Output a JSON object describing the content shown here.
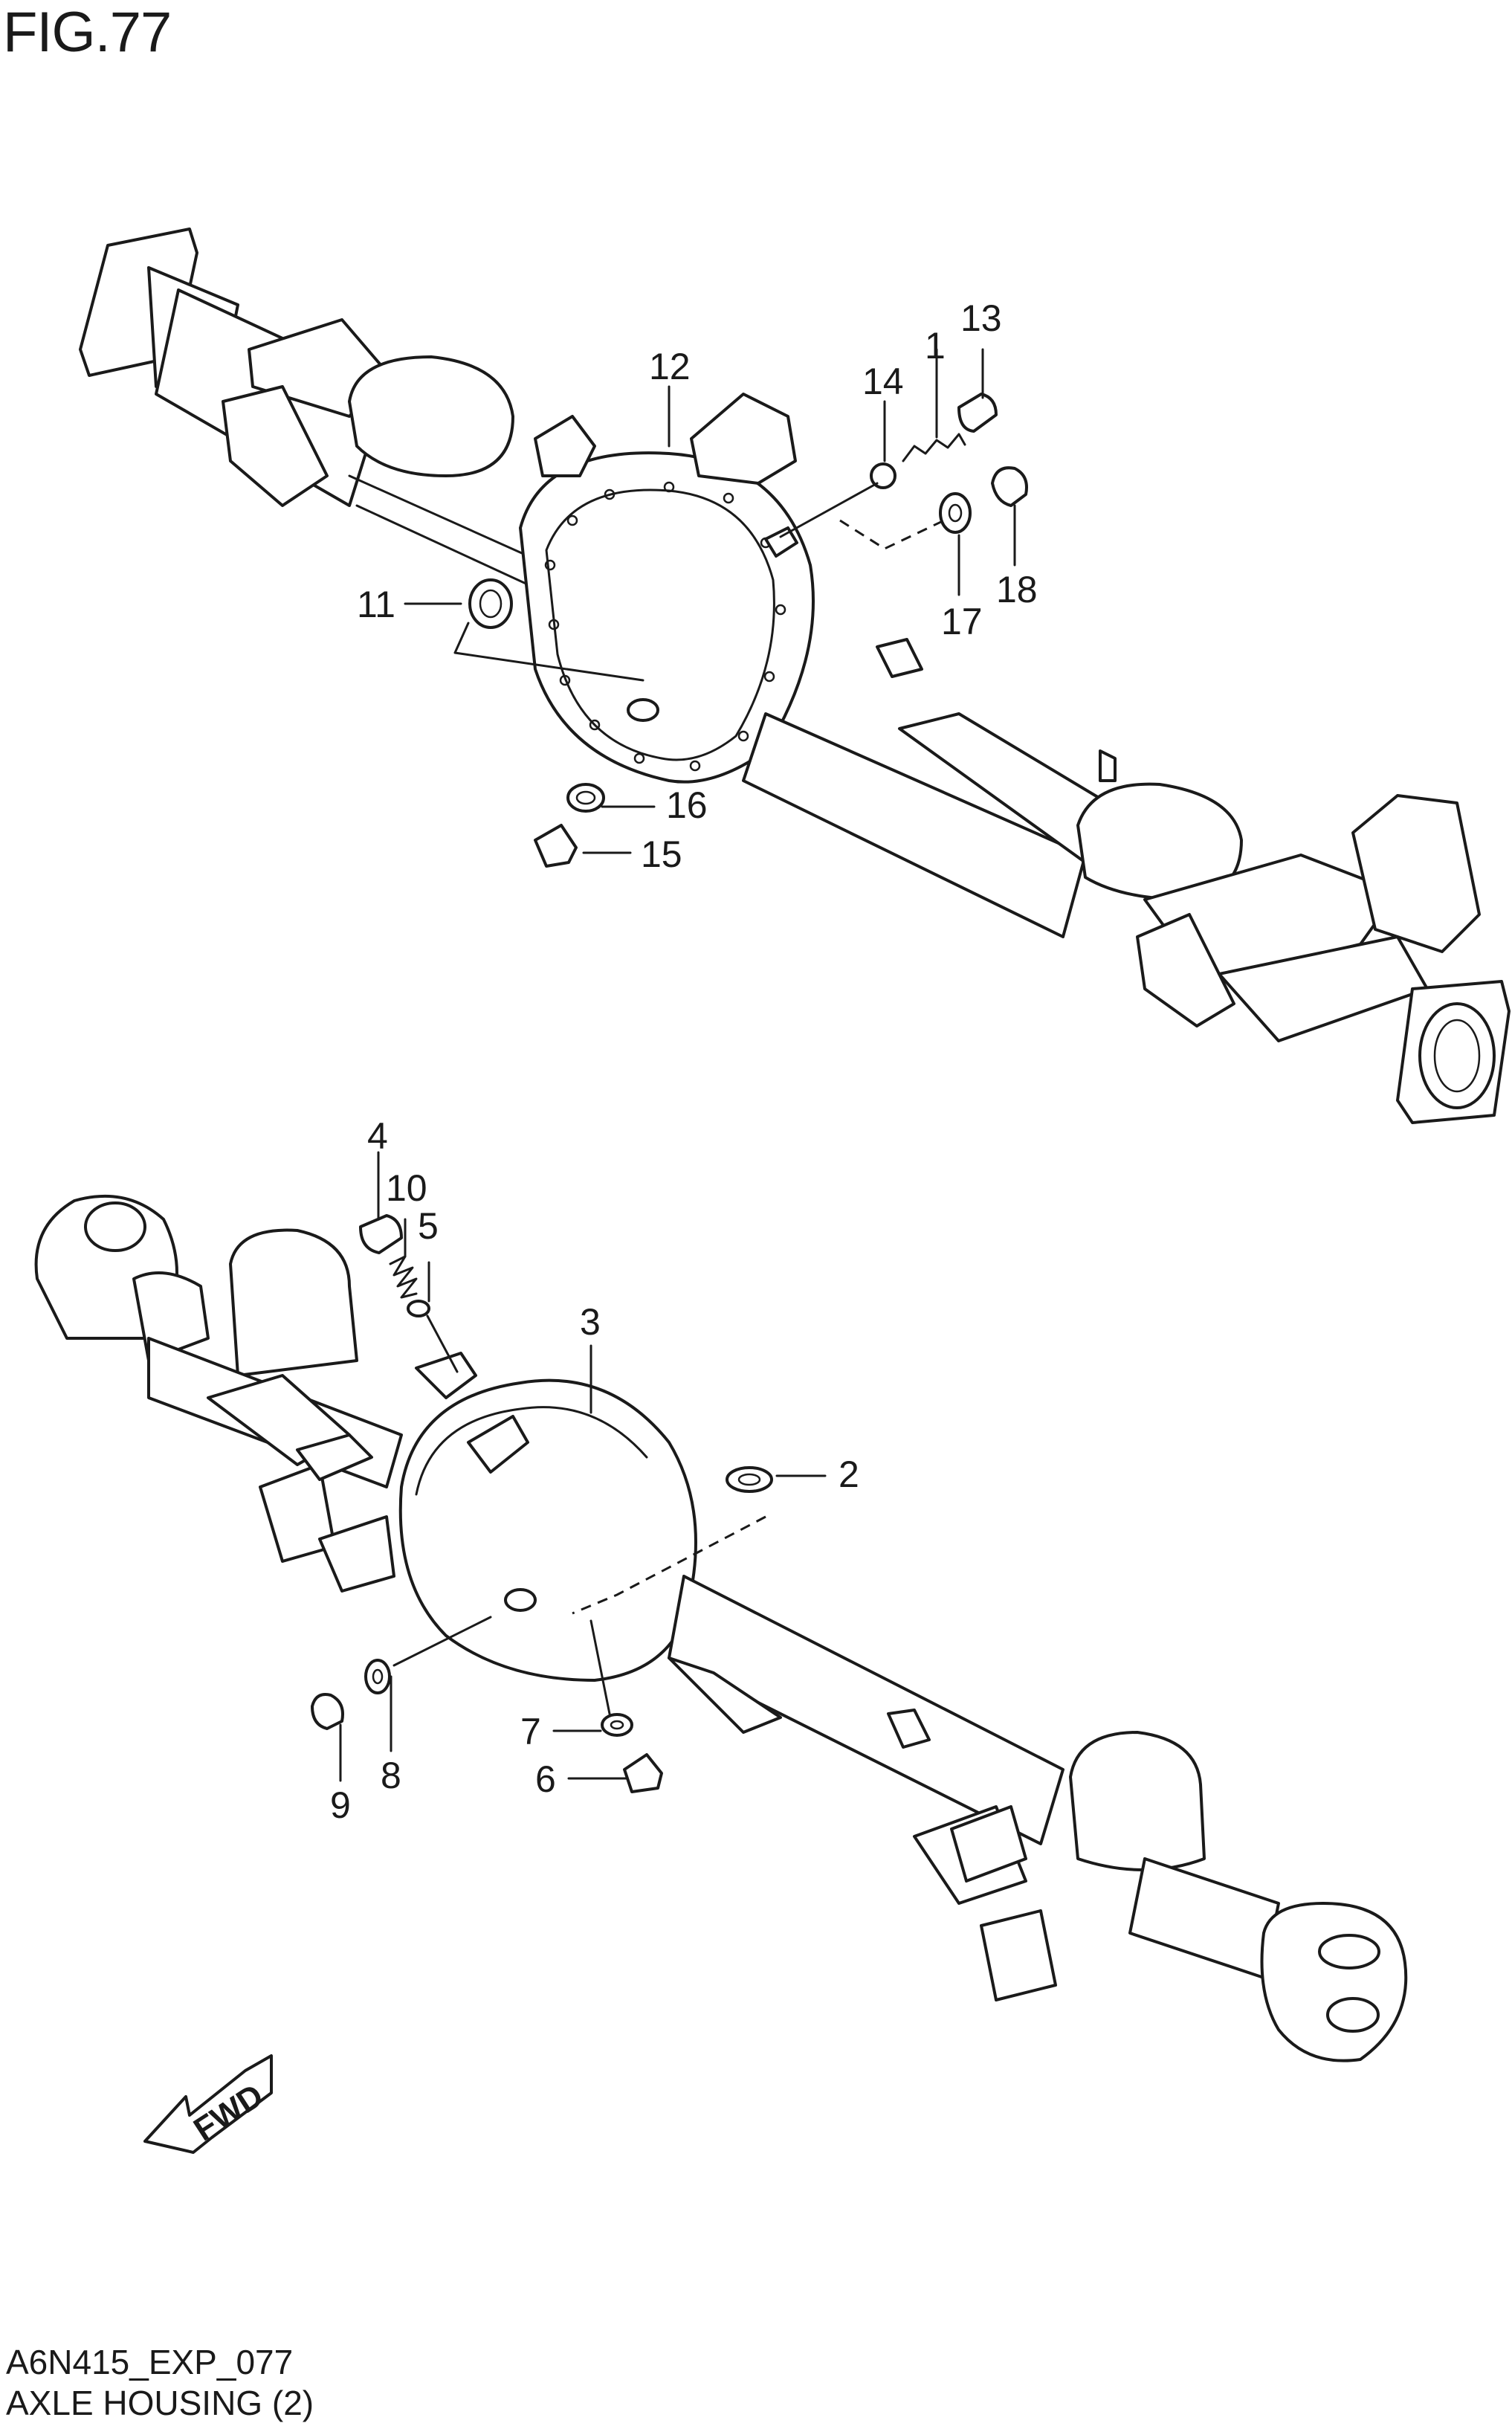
{
  "figure_title": "FIG.77",
  "drawing_code": "A6N415_EXP_077",
  "drawing_name": "AXLE HOUSING (2)",
  "fwd_label": "FWD",
  "callouts": {
    "c1": "1",
    "c2": "2",
    "c3": "3",
    "c4": "4",
    "c5": "5",
    "c6": "6",
    "c7": "7",
    "c8": "8",
    "c9": "9",
    "c10": "10",
    "c11": "11",
    "c12": "12",
    "c13": "13",
    "c14": "14",
    "c15": "15",
    "c16": "16",
    "c17": "17",
    "c18": "18"
  }
}
